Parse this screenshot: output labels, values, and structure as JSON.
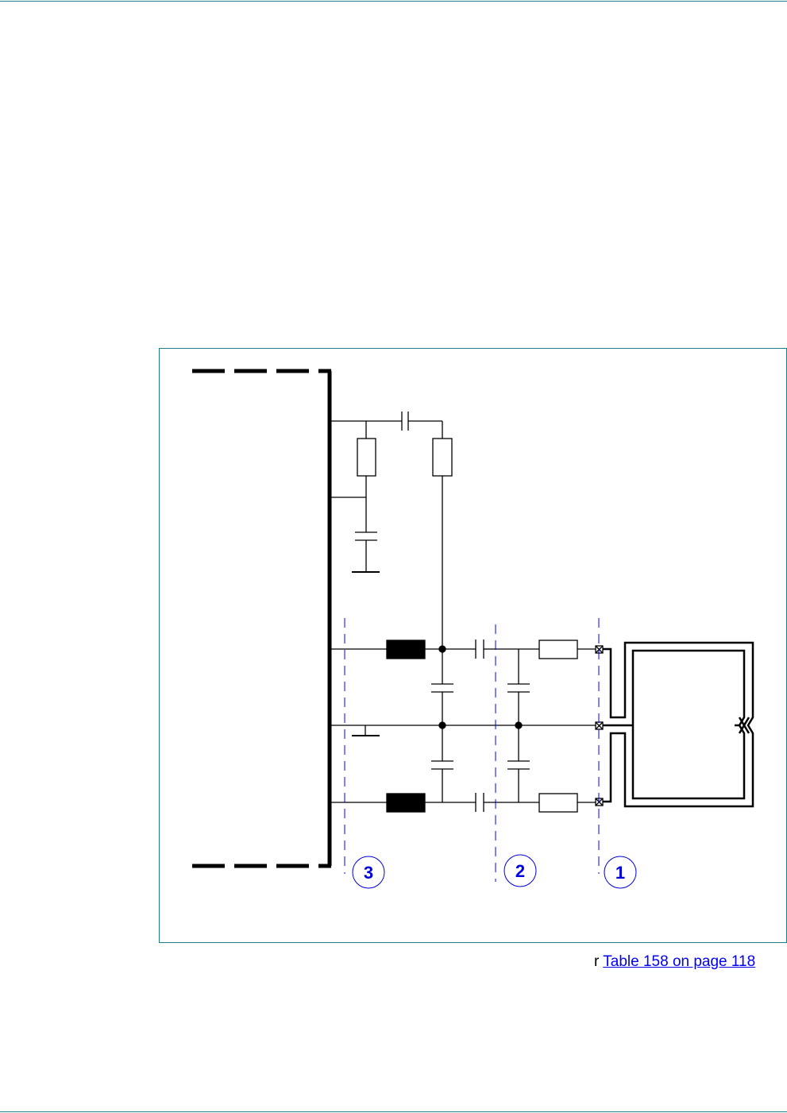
{
  "diagram": {
    "callouts": [
      "1",
      "2",
      "3"
    ]
  },
  "reference": {
    "prefix": "r",
    "link": "Table 158 on page 118"
  },
  "colors": {
    "rule": "#1a7f8a",
    "callout": "#0000dd",
    "guide": "#0000ff"
  }
}
